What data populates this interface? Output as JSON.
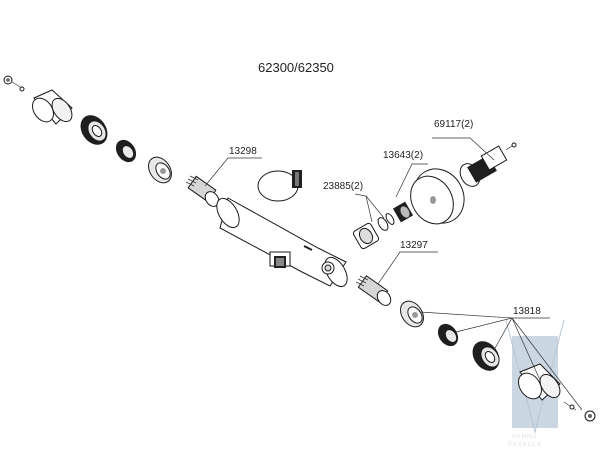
{
  "diagram": {
    "title": "62300/62350",
    "labels": {
      "p13298": "13298",
      "p23885": "23885(2)",
      "p13643": "13643(2)",
      "p69117": "69117(2)",
      "p13297": "13297",
      "p13818": "13818"
    }
  },
  "watermark": {
    "line1": "VANNU",
    "line2": "PASAULE"
  },
  "colors": {
    "line": "#1a1a1a",
    "knurl": "#1f1f1f",
    "metal": "#d6d6d6",
    "body": "#ffffff",
    "watermark": "#b9c7d3"
  }
}
